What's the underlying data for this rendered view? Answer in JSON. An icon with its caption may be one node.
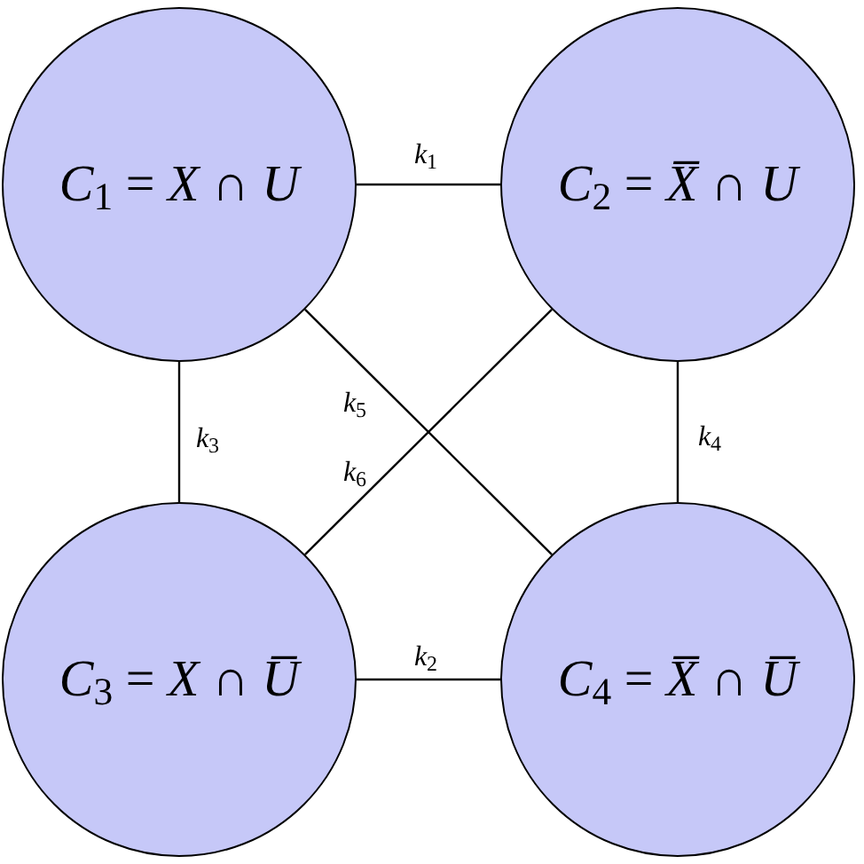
{
  "diagram": {
    "nodes": [
      {
        "text": [
          "*C*$_{1}$ = *X* ∩ *U*"
        ]
      },
      {
        "text": [
          "*C*$_{2}$ = *X̅* ∩ *U*"
        ]
      },
      {
        "text": [
          "*C*$_{3}$ = *X* ∩ *U̅*"
        ]
      },
      {
        "text": [
          "*C*$_{4}$ = *X̅* ∩ *U̅*"
        ]
      }
    ],
    "edges": [
      {
        "from": 0,
        "to": 1,
        "arrow": "none",
        "label": "*k*$_{1}$"
      },
      {
        "from": 2,
        "to": 3,
        "arrow": "none",
        "label": "*k*$_{2}$"
      },
      {
        "from": 0,
        "to": 2,
        "arrow": "none",
        "label": "*k*$_{3}$"
      },
      {
        "from": 1,
        "to": 3,
        "arrow": "none",
        "label": "*k*$_{4}$"
      },
      {
        "from": 0,
        "to": 3,
        "arrow": "none",
        "label": "*k*$_{5}$"
      },
      {
        "from": 1,
        "to": 2,
        "arrow": "none",
        "label": "*k*$_{6}$"
      }
    ]
  }
}
